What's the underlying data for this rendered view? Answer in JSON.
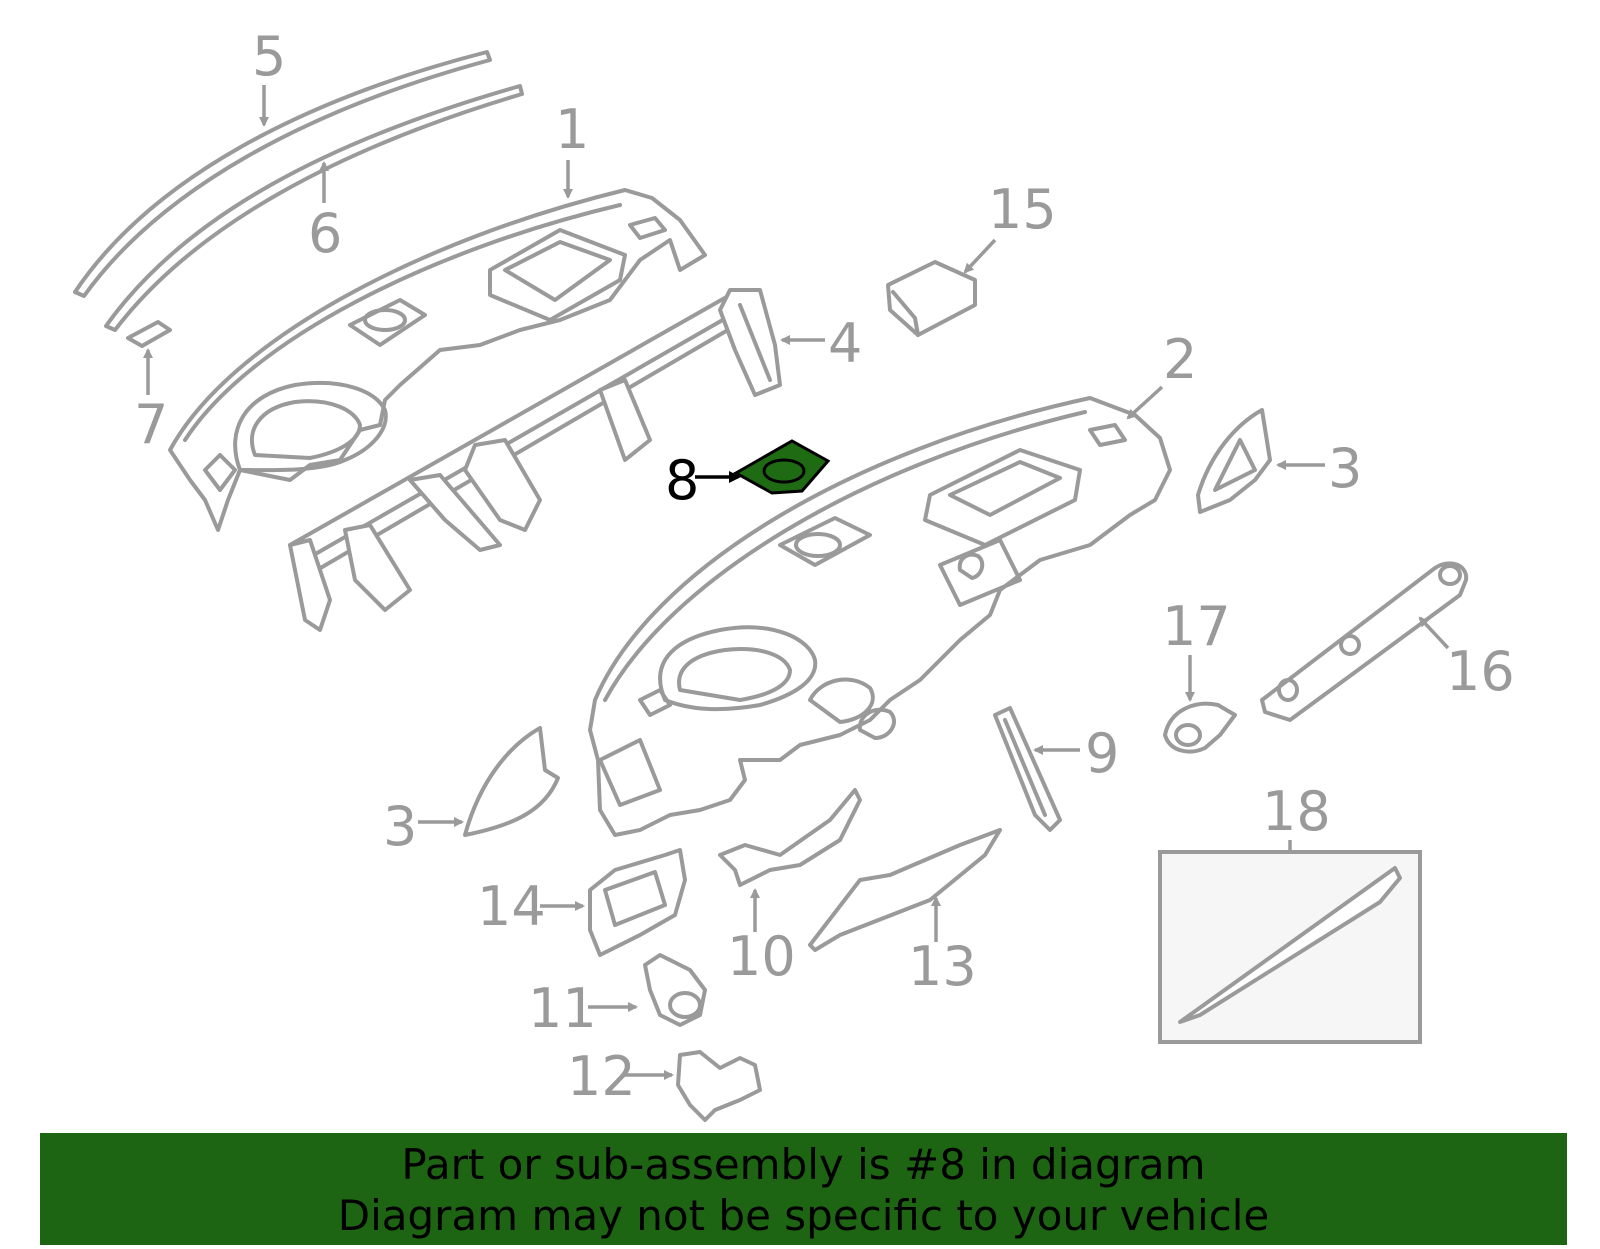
{
  "highlight_color": "#1d6512",
  "highlighted_callout": "8",
  "callouts": {
    "c1": "1",
    "c2": "2",
    "c3a": "3",
    "c3b": "3",
    "c4": "4",
    "c5": "5",
    "c6": "6",
    "c7": "7",
    "c8": "8",
    "c9": "9",
    "c10": "10",
    "c11": "11",
    "c12": "12",
    "c13": "13",
    "c14": "14",
    "c15": "15",
    "c16": "16",
    "c17": "17",
    "c18": "18"
  },
  "banner": {
    "line1": "Part or sub-assembly is #8 in diagram",
    "line2": "Diagram may not be specific to your vehicle"
  }
}
